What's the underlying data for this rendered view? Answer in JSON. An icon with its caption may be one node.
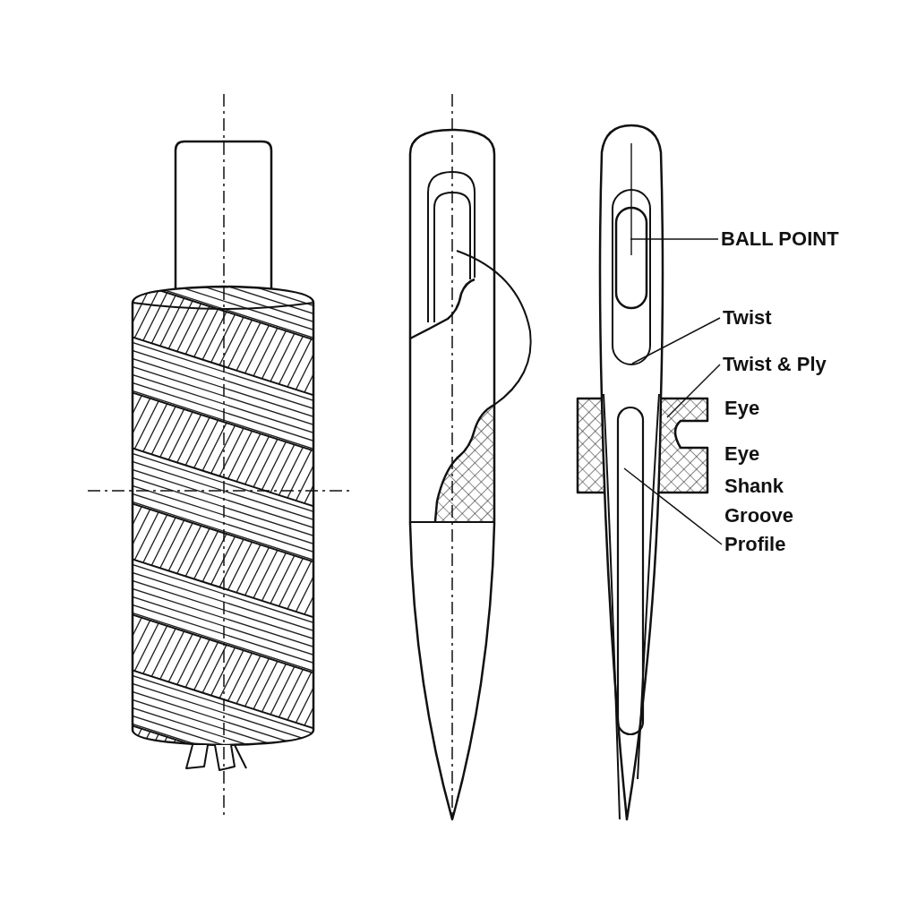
{
  "diagram": {
    "nodes": [
      {
        "text": [
          "BALL POINT"
        ]
      },
      {
        "text": [
          "Twist"
        ]
      },
      {
        "text": [
          "Twist & Ply"
        ]
      },
      {
        "text": [
          "Profile"
        ]
      }
    ],
    "edges": [
      {
        "from": 0,
        "to": null,
        "arrow": "none"
      },
      {
        "from": 1,
        "to": null,
        "arrow": "none"
      },
      {
        "from": 2,
        "to": null,
        "arrow": "none"
      },
      {
        "from": 3,
        "to": null,
        "arrow": "none"
      }
    ],
    "labels": [
      "Eye",
      "Eye",
      "Shank",
      "Groove"
    ]
  }
}
